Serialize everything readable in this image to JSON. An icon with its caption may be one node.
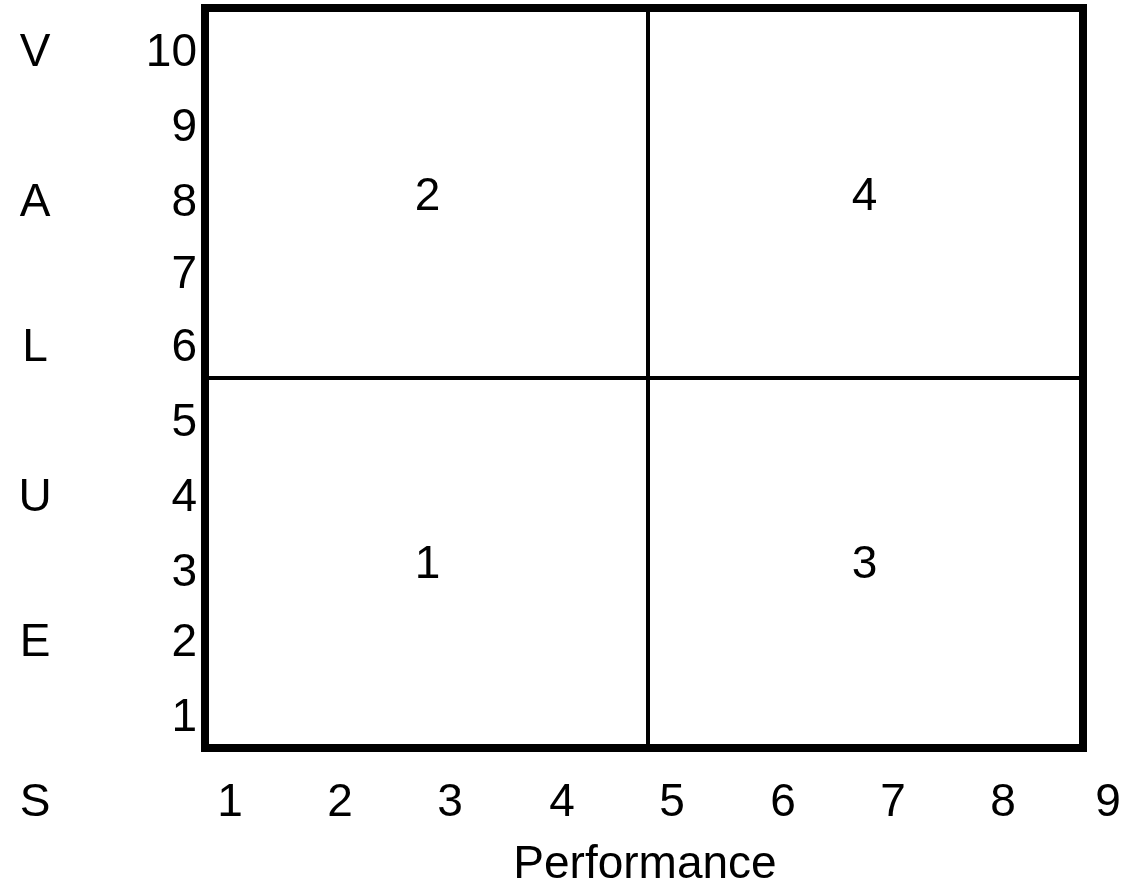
{
  "diagram": {
    "nodes": [
      {
        "text": [
          "2"
        ]
      },
      {
        "text": [
          "4"
        ]
      },
      {
        "text": [
          "1"
        ]
      },
      {
        "text": [
          "3"
        ]
      }
    ],
    "labels": [
      "V",
      "10",
      "9",
      "A",
      "8",
      "7",
      "L",
      "6",
      "5",
      "U",
      "4",
      "3",
      "E",
      "2",
      "1",
      "S",
      "1",
      "2",
      "3",
      "4",
      "5",
      "6",
      "7",
      "8",
      "9",
      "Performance"
    ]
  }
}
